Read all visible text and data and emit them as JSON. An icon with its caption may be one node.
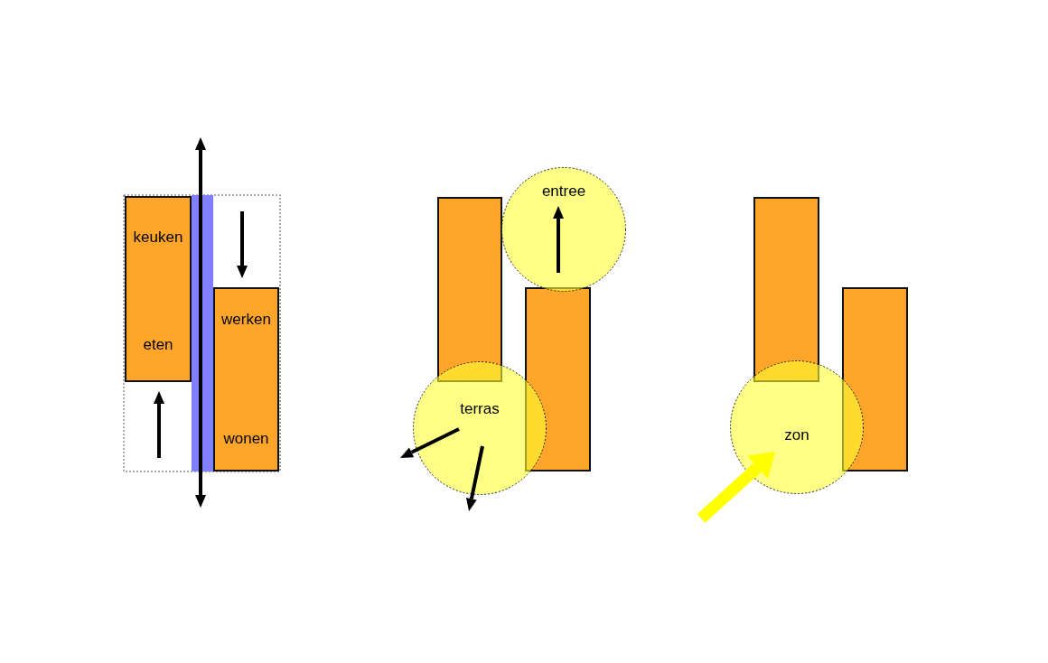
{
  "diagram": {
    "nodes": [
      {
        "text": [
          "keuken",
          "eten"
        ]
      },
      {
        "text": [],
        "shape": "bar"
      },
      {
        "text": [
          "werken",
          "wonen"
        ]
      },
      {
        "text": [],
        "shape": "box"
      },
      {
        "text": [
          "entree"
        ]
      },
      {
        "text": [],
        "shape": "box"
      },
      {
        "text": [
          "terras"
        ]
      },
      {
        "text": [],
        "shape": "box"
      },
      {
        "text": [],
        "shape": "box"
      },
      {
        "text": [
          "zon"
        ]
      }
    ]
  }
}
